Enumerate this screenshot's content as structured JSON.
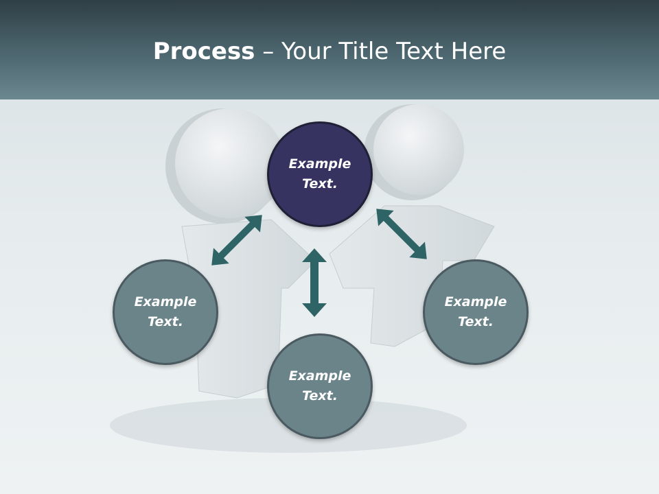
{
  "slide": {
    "title_bold": "Process",
    "title_rest": " – Your Title Text Here"
  },
  "nodes": {
    "top": "Example\nText.",
    "left": "Example\nText.",
    "bottom": "Example\nText.",
    "right": "Example\nText."
  },
  "colors": {
    "header": "#4d6770",
    "top_node": "#363361",
    "side_node": "#6b848a",
    "arrow": "#2e6466"
  }
}
